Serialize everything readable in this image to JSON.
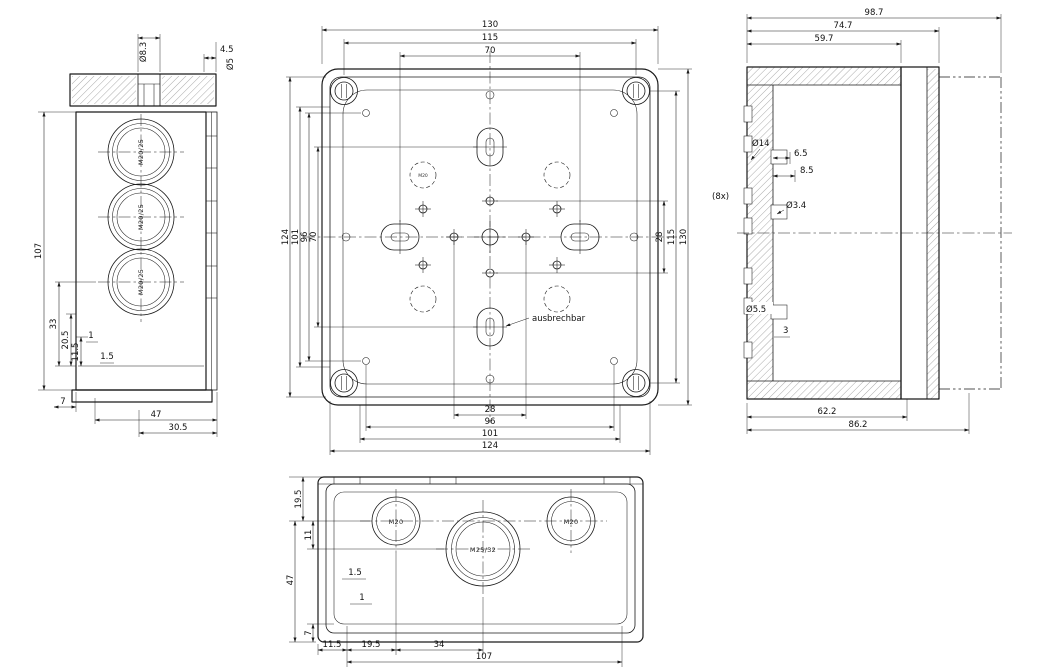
{
  "drawing": {
    "kind": "technical-drawing-junction-box",
    "line_color": "#1a1a1a",
    "background_color": "#ffffff"
  },
  "side_view": {
    "knockout_labels": [
      "M20/25",
      "M20/25",
      "M20/25"
    ],
    "dim_dia_top": "Ø8.3",
    "dim_top_offset": "4.5",
    "dim_dia_top2": "Ø5",
    "dim_height": "107",
    "dim_33": "33",
    "dim_205": "20.5",
    "dim_115": "11.5",
    "dim_1": "1",
    "dim_15": "1.5",
    "dim_7": "7",
    "dim_47": "47",
    "dim_305": "30.5"
  },
  "front_view": {
    "dims_top": [
      "130",
      "115",
      "70"
    ],
    "dims_left": [
      "124",
      "101",
      "96",
      "70"
    ],
    "dims_right": [
      "28",
      "115",
      "130"
    ],
    "dims_bottom": [
      "28",
      "96",
      "101",
      "124"
    ],
    "annotation": "ausbrechbar",
    "knockout_mark": "M20"
  },
  "section_view": {
    "dims_top": [
      "98.7",
      "74.7",
      "59.7"
    ],
    "dim_dia_14": "Ø14",
    "dim_65": "6.5",
    "dim_85": "8.5",
    "dim_count": "(8x)",
    "dim_dia_34": "Ø3.4",
    "dim_dia_55": "Ø5.5",
    "dim_3": "3",
    "dims_bottom": [
      "62.2",
      "86.2"
    ]
  },
  "bottom_view": {
    "knockout_labels": [
      "M20",
      "M25/32",
      "M20"
    ],
    "dims_left": [
      "19.5",
      "11",
      "47",
      "7"
    ],
    "dim_15": "1.5",
    "dim_1": "1",
    "dims_bottom": [
      "11.5",
      "19.5",
      "34",
      "107"
    ]
  }
}
